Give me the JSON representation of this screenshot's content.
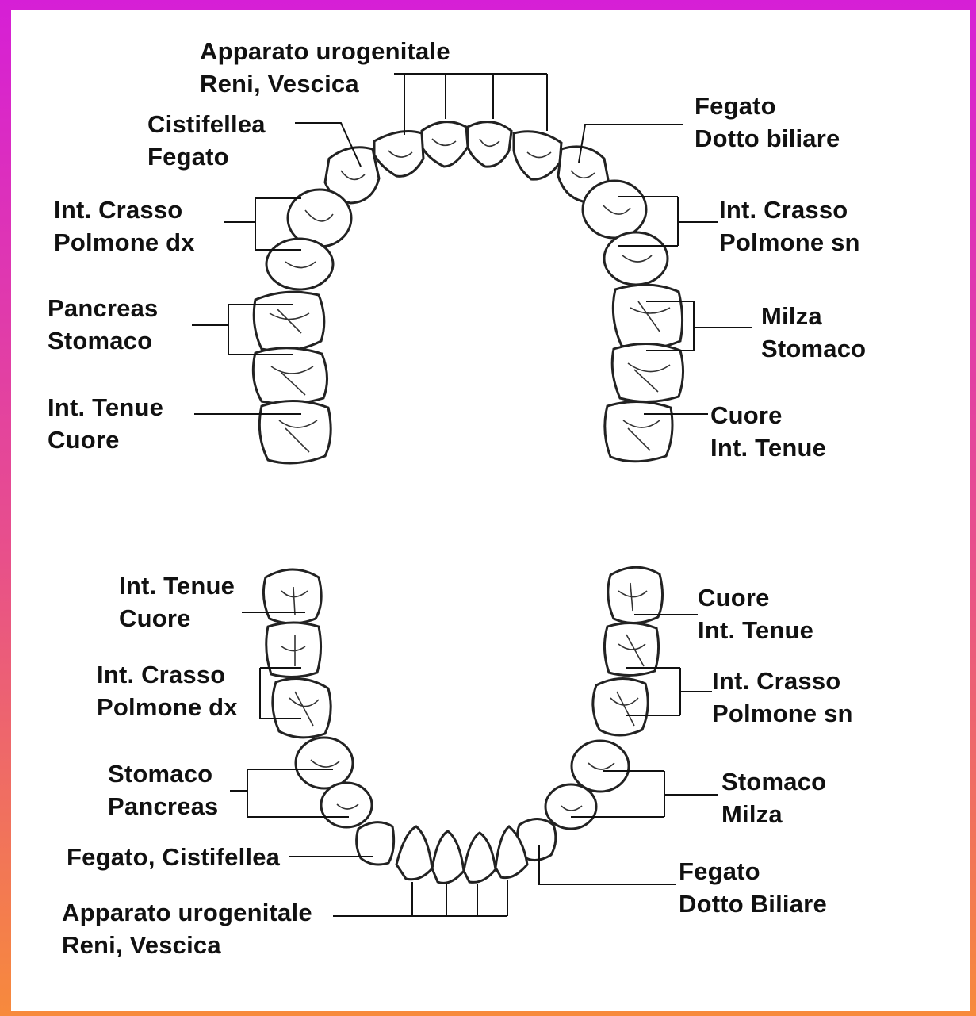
{
  "upper_arch": {
    "top_center": [
      "Apparato urogenitale",
      "Reni, Vescica"
    ],
    "left": [
      [
        "Cistifellea",
        "Fegato"
      ],
      [
        "Int. Crasso",
        "Polmone dx"
      ],
      [
        "Pancreas",
        "Stomaco"
      ],
      [
        "Int. Tenue",
        "Cuore"
      ]
    ],
    "right": [
      [
        "Fegato",
        "Dotto biliare"
      ],
      [
        "Int. Crasso",
        "Polmone sn"
      ],
      [
        "Milza",
        "Stomaco"
      ],
      [
        "Cuore",
        "Int. Tenue"
      ]
    ]
  },
  "lower_arch": {
    "left": [
      [
        "Int. Tenue",
        "Cuore"
      ],
      [
        "Int. Crasso",
        "Polmone dx"
      ],
      [
        "Stomaco",
        "Pancreas"
      ],
      [
        "Fegato, Cistifellea"
      ]
    ],
    "bottom_center": [
      "Apparato urogenitale",
      "Reni, Vescica"
    ],
    "right": [
      [
        "Cuore",
        "Int. Tenue"
      ],
      [
        "Int. Crasso",
        "Polmone sn"
      ],
      [
        "Stomaco",
        "Milza"
      ],
      [
        "Fegato",
        "Dotto Biliare"
      ]
    ]
  },
  "colors": {
    "frame_top": "#d61fd6",
    "frame_bottom": "#f78a3c",
    "background": "#ffffff",
    "ink": "#111111"
  }
}
